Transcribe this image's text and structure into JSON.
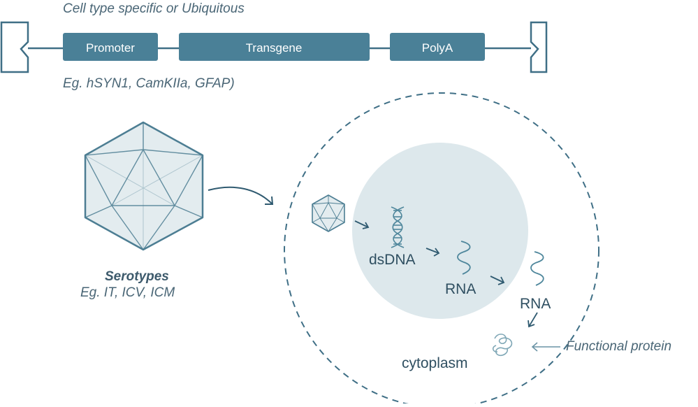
{
  "construct": {
    "top_note": "Cell type specific or Ubiquitous",
    "promoter_label": "Promoter",
    "transgene_label": "Transgene",
    "polya_label": "PolyA",
    "bottom_note": "Eg. hSYN1, CamKIIa, GFAP)"
  },
  "capsid": {
    "title": "Serotypes",
    "subtitle": "Eg. IT, ICV, ICM"
  },
  "cell": {
    "dsdna_label": "dsDNA",
    "nuclear_rna_label": "RNA",
    "cytoplasm_rna_label": "RNA",
    "cytoplasm_label": "cytoplasm",
    "protein_label": "Functional protein"
  },
  "colors": {
    "box_fill": "#4a8097",
    "line": "#3f6f86",
    "text_dark": "#2f4f61",
    "text_note": "#4a6676",
    "nucleus": "#dde8ec",
    "capsid_fill": "#e3ecef"
  }
}
